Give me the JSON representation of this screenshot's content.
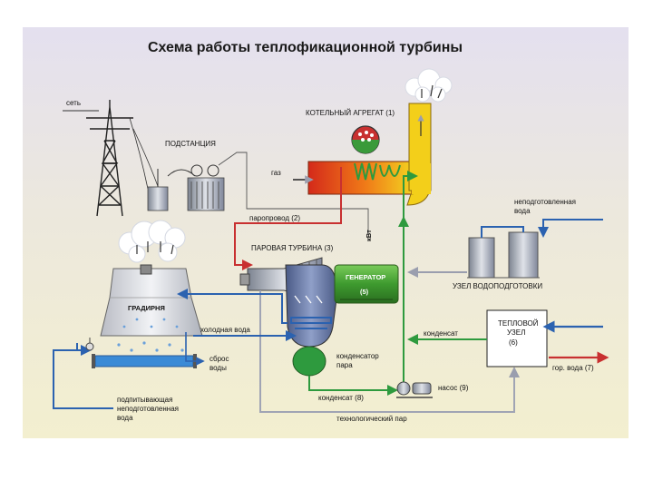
{
  "title": "Схема работы теплофикационной турбины",
  "labels": {
    "grid": "сеть",
    "substation": "ПОДСТАНЦИЯ",
    "boiler": "КОТЕЛЬНЫЙ АГРЕГАТ (1)",
    "gas": "газ",
    "steam_line": "паропровод (2)",
    "kw": "кВт",
    "turbine": "ПАРОВАЯ ТУРБИНА (3)",
    "generator": "ГЕНЕРАТОР",
    "generator_num": "(5)",
    "water_treatment": "УЗЕЛ ВОДОПОДГОТОВКИ",
    "raw_water_1": "неподготовленная",
    "raw_water_2": "вода",
    "cooling_tower": "ГРАДИРНЯ",
    "cold_water": "холодная вода",
    "discharge_1": "сброс",
    "discharge_2": "воды",
    "condenser_1": "конденсатор",
    "condenser_2": "пара",
    "condensate": "конденсат",
    "condensate_8": "конденсат (8)",
    "pump": "насос (9)",
    "heat_node_1": "ТЕПЛОВОЙ",
    "heat_node_2": "УЗЕЛ",
    "heat_node_3": "(6)",
    "hot_water": "гор. вода (7)",
    "makeup_1": "подпитывающая",
    "makeup_2": "неподготовленная",
    "makeup_3": "вода",
    "process_steam": "технологический пар"
  },
  "colors": {
    "steam": "#c83030",
    "condensate": "#2e9a3e",
    "water": "#2b62b0",
    "process": "#a0a4b4",
    "generator": "#3f9f35",
    "boiler_yellow": "#f3cf1a",
    "boiler_red": "#e0381c"
  }
}
